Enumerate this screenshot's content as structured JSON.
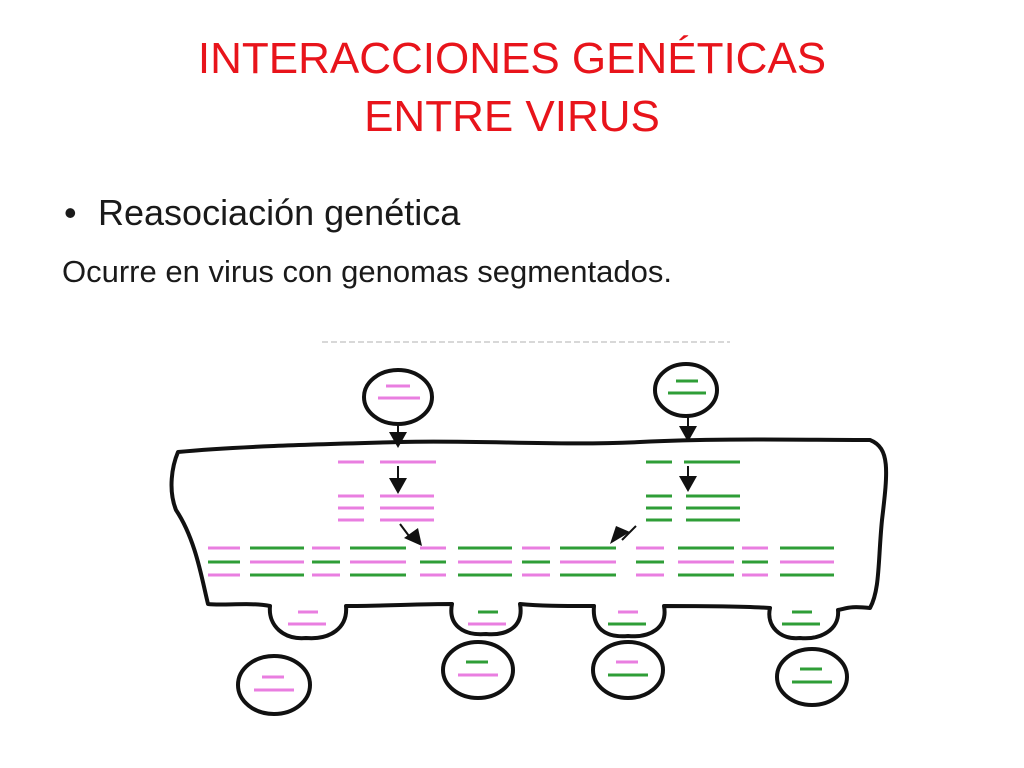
{
  "slide": {
    "title_line1": "INTERACCIONES GENÉTICAS",
    "title_line2": "ENTRE VIRUS",
    "bullet": "Reasociación genética",
    "subtext": "Ocurre en virus con genomas segmentados."
  },
  "colors": {
    "title": "#e8141b",
    "pink_segment": "#e97ee0",
    "green_segment": "#2f9e37",
    "outline": "#111111"
  },
  "diagram": {
    "parent_viruses": [
      {
        "name": "parent-virus-pink",
        "color": "pink"
      },
      {
        "name": "parent-virus-green",
        "color": "green"
      }
    ],
    "progeny_viruses": [
      {
        "name": "progeny-virus-1",
        "colors": [
          "pink",
          "pink"
        ]
      },
      {
        "name": "progeny-virus-2",
        "colors": [
          "green",
          "pink"
        ]
      },
      {
        "name": "progeny-virus-3",
        "colors": [
          "pink",
          "green"
        ]
      },
      {
        "name": "progeny-virus-4",
        "colors": [
          "green",
          "green"
        ]
      }
    ]
  }
}
